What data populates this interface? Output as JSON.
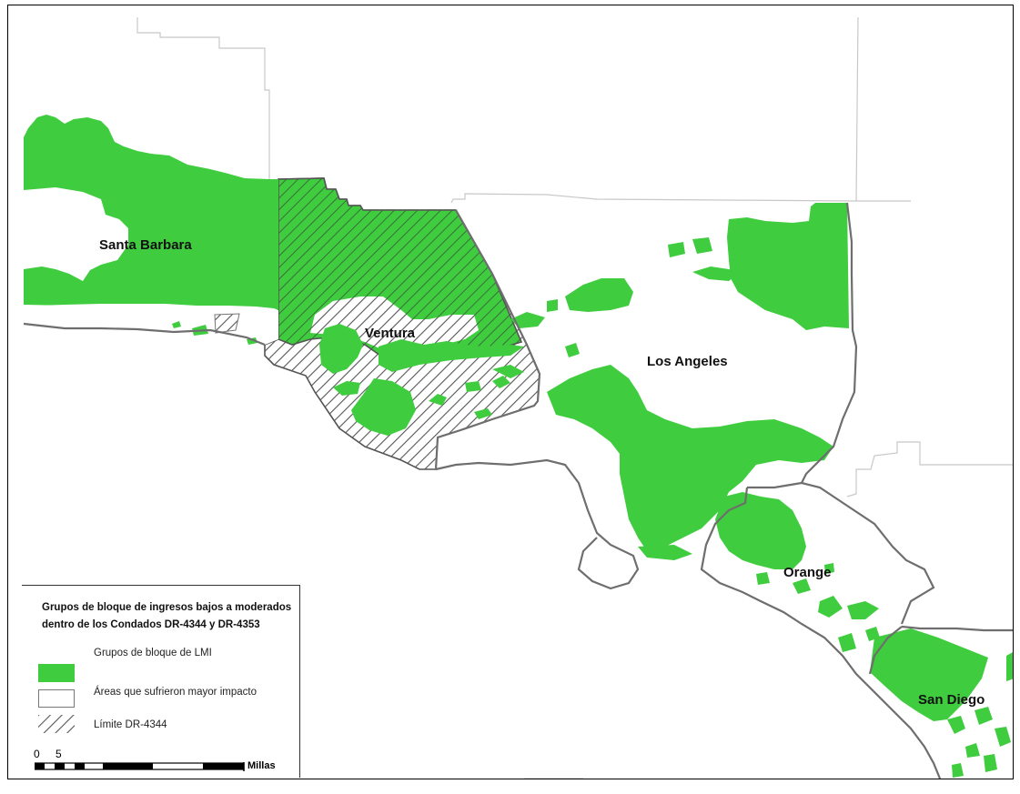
{
  "map": {
    "counties": {
      "santa_barbara": "Santa Barbara",
      "ventura": "Ventura",
      "los_angeles": "Los Angeles",
      "orange": "Orange",
      "san_diego": "San Diego"
    },
    "colors": {
      "lmi_green": "#3fcc3f",
      "boundary": "#6e6e6e",
      "hatch": "#555555"
    }
  },
  "legend": {
    "title": "Grupos de bloque de ingresos bajos a moderados dentro de los Condados DR-4344 y DR-4353",
    "items": [
      {
        "label": "Grupos de bloque de LMI",
        "icon": "green-fill-swatch"
      },
      {
        "label": "Áreas que sufrieron mayor impacto",
        "icon": "outline-swatch"
      },
      {
        "label": "Límite DR-4344",
        "icon": "hatch-swatch"
      }
    ],
    "scale": {
      "zero": "0",
      "five": "5",
      "unit": "Millas"
    }
  }
}
